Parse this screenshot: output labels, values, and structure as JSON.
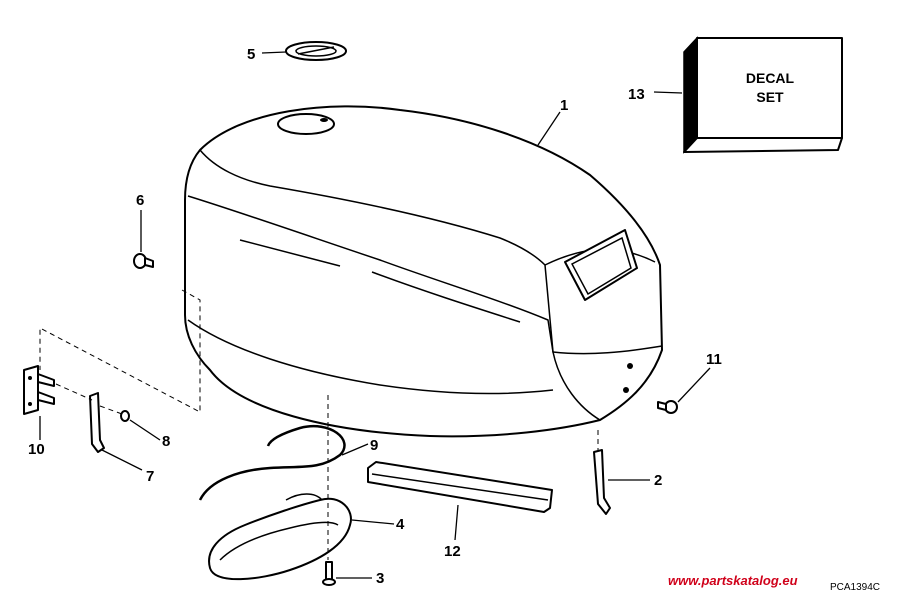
{
  "callouts": [
    {
      "id": "1",
      "label": "1"
    },
    {
      "id": "2",
      "label": "2"
    },
    {
      "id": "3",
      "label": "3"
    },
    {
      "id": "4",
      "label": "4"
    },
    {
      "id": "5",
      "label": "5"
    },
    {
      "id": "6",
      "label": "6"
    },
    {
      "id": "7",
      "label": "7"
    },
    {
      "id": "8",
      "label": "8"
    },
    {
      "id": "9",
      "label": "9"
    },
    {
      "id": "10",
      "label": "10"
    },
    {
      "id": "11",
      "label": "11"
    },
    {
      "id": "12",
      "label": "12"
    },
    {
      "id": "13",
      "label": "13"
    }
  ],
  "decal": {
    "line1": "DECAL",
    "line2": "SET"
  },
  "drawing_code": "PCA1394C",
  "watermark": {
    "text": "www.partskatalog.eu",
    "color": "#d0021b"
  }
}
